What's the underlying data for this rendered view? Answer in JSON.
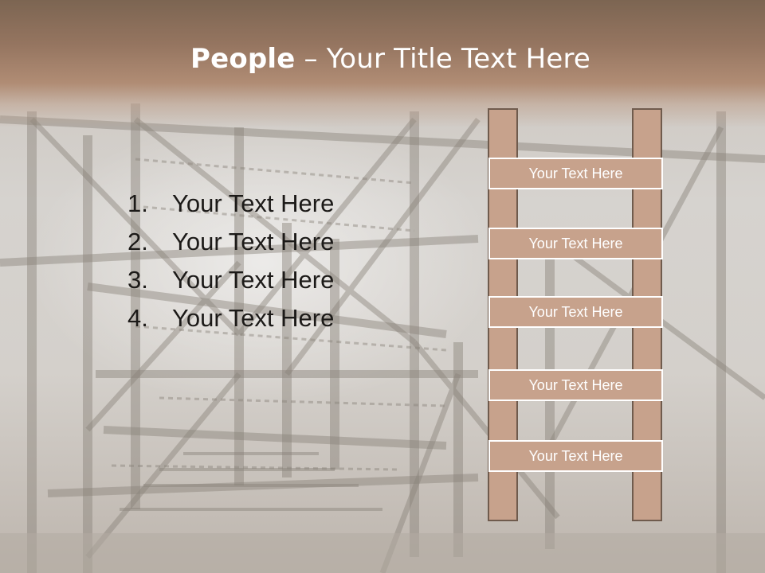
{
  "slide": {
    "title_bold": "People",
    "title_rest": " – Your Title Text Here",
    "list": [
      {
        "number": "1.",
        "text": "Your Text Here"
      },
      {
        "number": "2.",
        "text": "Your Text Here"
      },
      {
        "number": "3.",
        "text": "Your Text Here"
      },
      {
        "number": "4.",
        "text": "Your Text Here"
      }
    ],
    "ladder_rungs": [
      "Your Text Here",
      "Your Text Here",
      "Your Text Here",
      "Your Text Here",
      "Your Text Here"
    ]
  },
  "colors": {
    "title_band": "#957560",
    "ladder_fill": "#c7a28c",
    "ladder_outline": "#6f5b4d",
    "title_text": "#ffffff",
    "list_text": "#1c1a18"
  }
}
